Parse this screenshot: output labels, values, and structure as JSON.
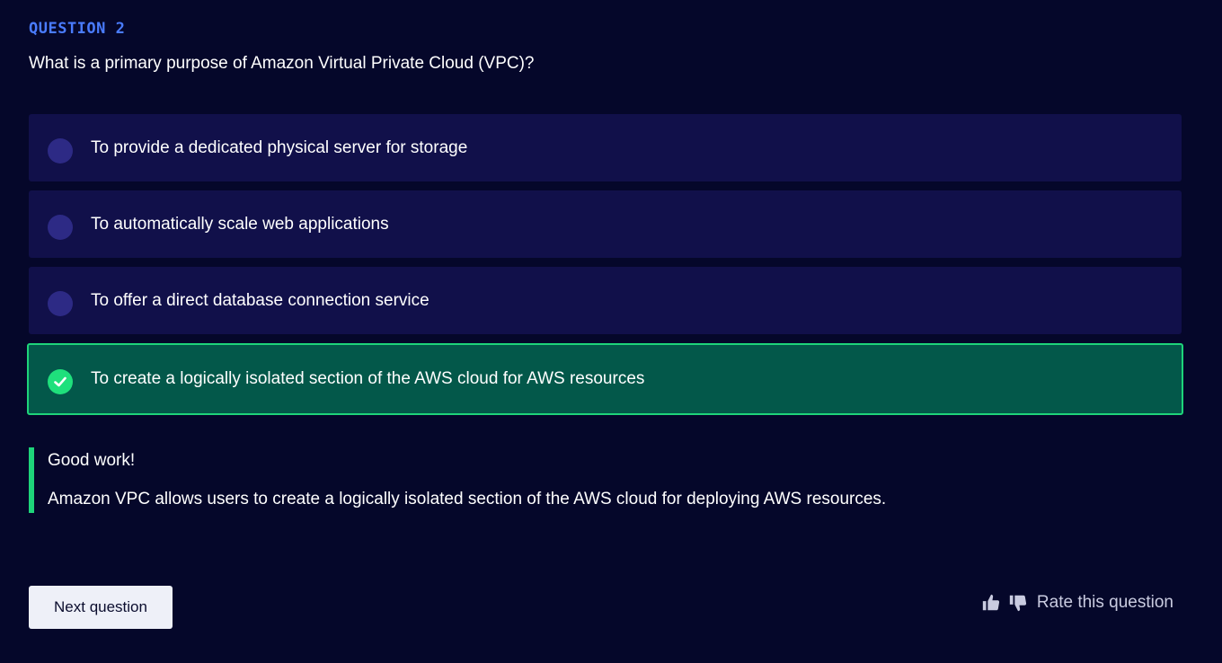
{
  "question": {
    "number_label": "QUESTION 2",
    "text": "What is a primary purpose of Amazon Virtual Private Cloud (VPC)?"
  },
  "options": [
    {
      "label": "To provide a dedicated physical server for storage",
      "state": "unselected"
    },
    {
      "label": "To automatically scale web applications",
      "state": "unselected"
    },
    {
      "label": "To offer a direct database connection service",
      "state": "unselected"
    },
    {
      "label": "To create a logically isolated section of the AWS cloud for AWS resources",
      "state": "correct"
    }
  ],
  "feedback": {
    "title": "Good work!",
    "explanation": "Amazon VPC allows users to create a logically isolated section of the AWS cloud for deploying AWS resources."
  },
  "footer": {
    "next_label": "Next question",
    "rate_label": "Rate this question",
    "thumbs_up_icon": "thumbs-up-icon",
    "thumbs_down_icon": "thumbs-down-icon"
  },
  "colors": {
    "background": "#05072a",
    "option_bg": "#11104a",
    "correct_bg": "#03584a",
    "correct_accent": "#1ed47a",
    "question_number": "#4a7cff"
  }
}
